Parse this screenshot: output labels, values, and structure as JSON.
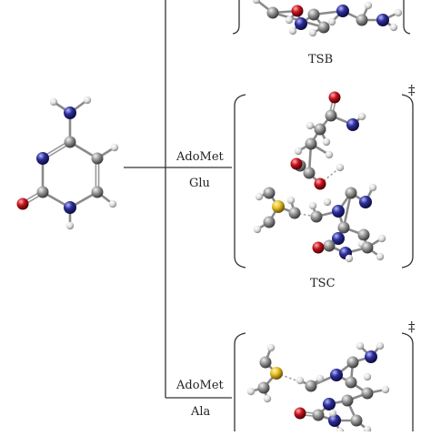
{
  "labels": {
    "ts_b": "TSB",
    "ts_c": "TSC",
    "reagent_c_1": "AdoMet",
    "reagent_c_2": "Glu",
    "reagent_d_1": "AdoMet",
    "reagent_d_2": "Ala",
    "dagger_c": "‡",
    "dagger_d": "‡"
  },
  "atom_colors": {
    "carbon": "#8c8c8c",
    "nitrogen": "#2c2e96",
    "oxygen": "#c8141e",
    "hydrogen": "#e8e8e8",
    "sulfur": "#e8c22a"
  }
}
